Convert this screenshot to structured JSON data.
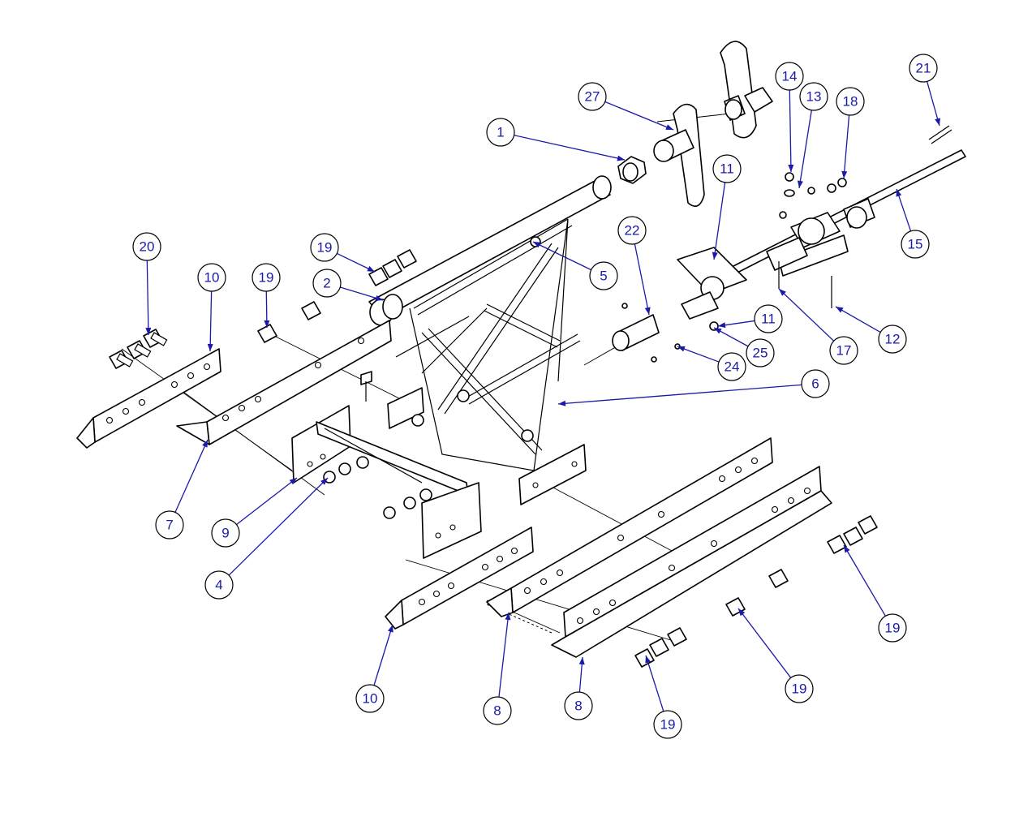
{
  "colors": {
    "leader": "#1a1aa8",
    "callout_text": "#1a1aa8",
    "line": "#000000",
    "background": "#ffffff"
  },
  "callouts": [
    {
      "num": "1"
    },
    {
      "num": "27"
    },
    {
      "num": "14"
    },
    {
      "num": "13"
    },
    {
      "num": "18"
    },
    {
      "num": "21"
    },
    {
      "num": "11"
    },
    {
      "num": "15"
    },
    {
      "num": "20"
    },
    {
      "num": "10"
    },
    {
      "num": "19"
    },
    {
      "num": "19"
    },
    {
      "num": "2"
    },
    {
      "num": "5"
    },
    {
      "num": "22"
    },
    {
      "num": "11"
    },
    {
      "num": "12"
    },
    {
      "num": "17"
    },
    {
      "num": "25"
    },
    {
      "num": "24"
    },
    {
      "num": "6"
    },
    {
      "num": "7"
    },
    {
      "num": "9"
    },
    {
      "num": "4"
    },
    {
      "num": "10"
    },
    {
      "num": "8"
    },
    {
      "num": "8"
    },
    {
      "num": "19"
    },
    {
      "num": "19"
    },
    {
      "num": "19"
    }
  ]
}
